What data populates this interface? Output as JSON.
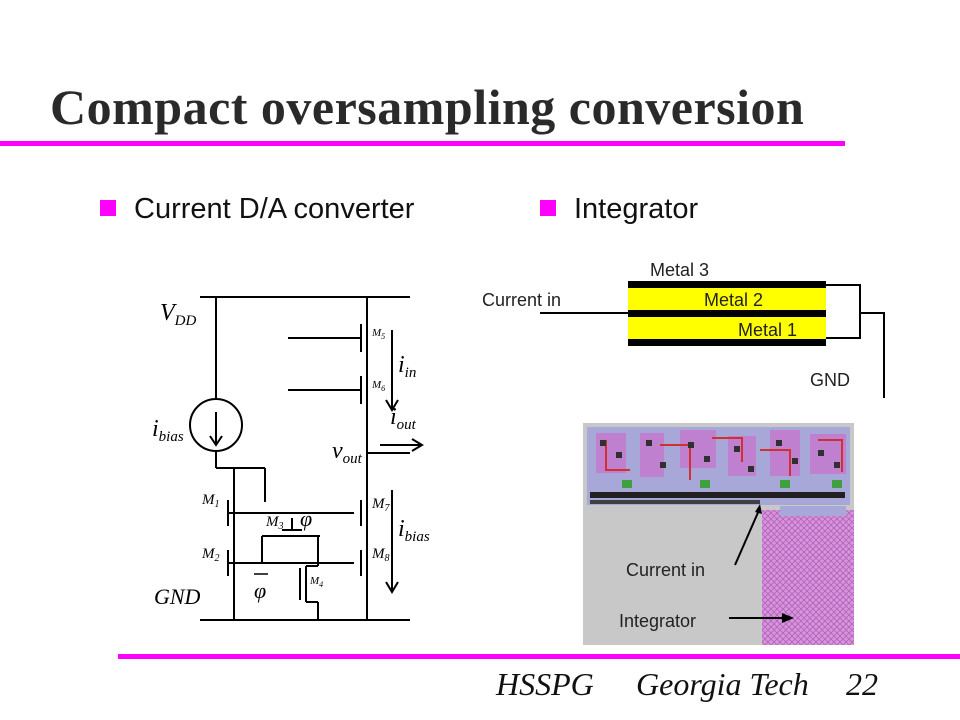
{
  "slide": {
    "title": "Compact oversampling conversion",
    "bullets": [
      "Current D/A converter",
      "Integrator"
    ]
  },
  "circuit": {
    "vdd_label": {
      "base": "V",
      "sub": "DD"
    },
    "gnd_label": "GND",
    "ibias_left": {
      "base": "i",
      "sub": "bias"
    },
    "ibias_right": {
      "base": "i",
      "sub": "bias"
    },
    "iin": {
      "base": "i",
      "sub": "in"
    },
    "iout": {
      "base": "i",
      "sub": "out"
    },
    "vout": {
      "base": "v",
      "sub": "out"
    },
    "phi": "φ",
    "transistors": {
      "m1": {
        "base": "M",
        "sub": "1"
      },
      "m2": {
        "base": "M",
        "sub": "2"
      },
      "m3": {
        "base": "M",
        "sub": "3"
      },
      "m4": {
        "base": "M",
        "sub": "4"
      },
      "m5": {
        "base": "M",
        "sub": "5"
      },
      "m6": {
        "base": "M",
        "sub": "6"
      },
      "m7": {
        "base": "M",
        "sub": "7"
      },
      "m8": {
        "base": "M",
        "sub": "8"
      }
    }
  },
  "integrator": {
    "metal3": "Metal 3",
    "metal2": "Metal 2",
    "metal1": "Metal 1",
    "current_in": "Current in",
    "gnd": "GND",
    "layout_current_in": "Current in",
    "layout_integrator": "Integrator"
  },
  "footer": {
    "org": "HSSPG",
    "school": "Georgia Tech",
    "page": "22"
  },
  "colors": {
    "accent": "#ff00ff",
    "metal": "#ffff00",
    "layout_bg": "#c8c8c8",
    "integrator_fill": "#d896d8"
  }
}
